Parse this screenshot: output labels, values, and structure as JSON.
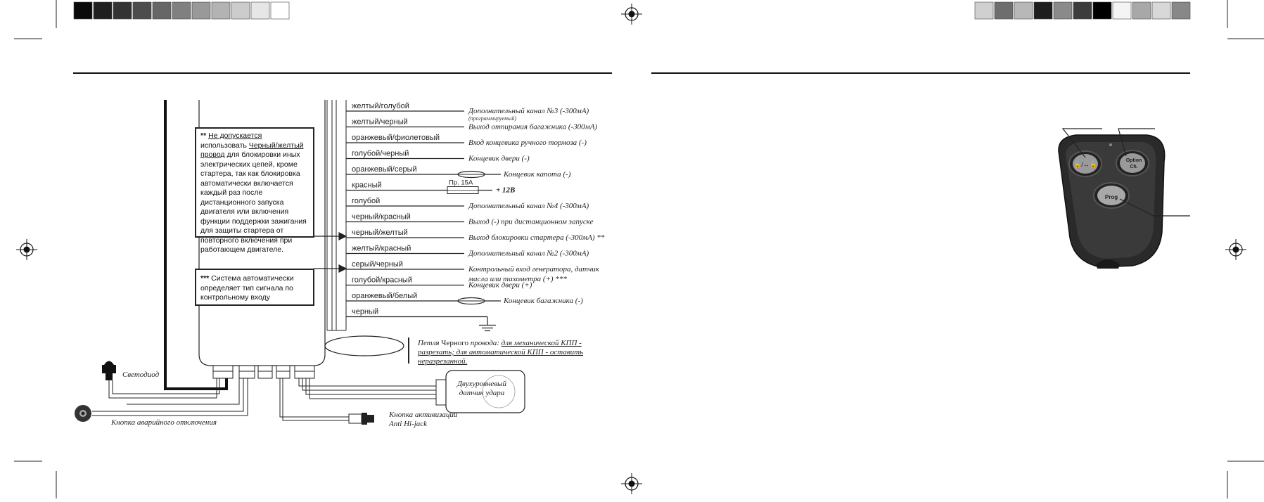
{
  "color_bars": {
    "left": [
      "#0a0a0a",
      "#1f1f1f",
      "#333333",
      "#4d4d4d",
      "#666666",
      "#808080",
      "#999999",
      "#b3b3b3",
      "#cccccc",
      "#e6e6e6",
      "#ffffff"
    ],
    "right": [
      "#d0d0d0",
      "#6e6e6e",
      "#b8b8b8",
      "#1e1e1e",
      "#8a8a8a",
      "#3c3c3c",
      "#000000",
      "#f4f4f4",
      "#a8a8a8",
      "#d8d8d8",
      "#888888"
    ]
  },
  "wires": [
    {
      "color_label": "желтый/голубой",
      "function": "Дополнительный канал №3 (-300мА)",
      "sub": "(программируемый)",
      "marker": "none"
    },
    {
      "color_label": "желтый/черный",
      "function": "Выход отпирания багажника (-300мА)",
      "marker": "none"
    },
    {
      "color_label": "оранжевый/фиолетовый",
      "function": "Вход концевика ручного тормоза (-)",
      "marker": "none"
    },
    {
      "color_label": "голубой/черный",
      "function": "Концевик двери (-)",
      "marker": "none"
    },
    {
      "color_label": "оранжевый/серый",
      "function": "Концевик капота (-)",
      "marker": "diode"
    },
    {
      "color_label": "красный",
      "function": "+ 12В",
      "marker": "fuse",
      "fuse_label": "Пр. 15А"
    },
    {
      "color_label": "голубой",
      "function": "Дополнительный канал №4 (-300мА)",
      "marker": "none"
    },
    {
      "color_label": "черный/красный",
      "function": "Выход (-) при дистанционном запуске",
      "marker": "none"
    },
    {
      "color_label": "черный/желтый",
      "function": "Выход блокировки стартера (-300мА) **",
      "marker": "none"
    },
    {
      "color_label": "желтый/красный",
      "function": "Дополнительный канал №2 (-300мА)",
      "marker": "none"
    },
    {
      "color_label": "серый/черный",
      "function": "Контрольный вход генератора, датчик",
      "function2": "масла или тахометра (+) ***",
      "marker": "none"
    },
    {
      "color_label": "голубой/красный",
      "function": "Концевик двери (+)",
      "marker": "none"
    },
    {
      "color_label": "оранжевый/белый",
      "function": "Концевик багажника (-)",
      "marker": "diode"
    },
    {
      "color_label": "черный",
      "function": "",
      "marker": "ground"
    }
  ],
  "note_starter": {
    "stars": "**",
    "lead": "Не допускается",
    "t1": " использовать",
    "wire": "Черный/желтый провод",
    "t2": " для блокировки иных электрических цепей, кроме стартера, так как блокировка автоматически включается каждый раз после дистанционного запуска двигателя или включения функции поддержки зажигания для защиты стартера от повторного включения при работающем двигателе."
  },
  "note_signal": {
    "stars": "***",
    "text": " Система автоматически определяет тип сигнала по контрольному входу"
  },
  "loop_note": {
    "l1a": "Петля ",
    "l1b": "Черного",
    "l1c": " провода: ",
    "l1d": "для механической КПП -",
    "l2": "разрезать; для автоматической КПП - оставить",
    "l3": "неразрезанной."
  },
  "components": {
    "led": "Светодиод",
    "emergency_button": "Кнопка аварийного отключения",
    "sensor_l1": "Двухуровневый",
    "sensor_l2": "датчик удара",
    "hijack_l1": "Кнопка активизации",
    "hijack_l2": "Anti Hi-jack"
  },
  "remote": {
    "btn_lock": "🔒/↔🔓",
    "btn_option_l1": "Option",
    "btn_option_l2": "Ch.",
    "btn_prog": "Prog"
  }
}
